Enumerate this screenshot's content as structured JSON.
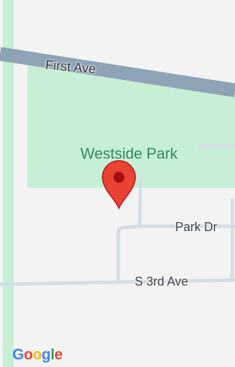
{
  "map": {
    "roads": {
      "first_ave": "First Ave",
      "park_dr": "Park Dr",
      "s_3rd_ave": "S 3rd Ave"
    },
    "park": {
      "name": "Westside Park"
    },
    "marker": {
      "icon": "location-pin-icon",
      "color": "#ea4335"
    },
    "branding": {
      "logo_letters": [
        "G",
        "o",
        "o",
        "g",
        "l",
        "e"
      ],
      "logo_colors": [
        "#4285F4",
        "#EA4335",
        "#FBBC05",
        "#4285F4",
        "#34A853",
        "#EA4335"
      ]
    },
    "colors": {
      "land": "#f3f3f3",
      "park": "#c6efd6",
      "road_major": "#8fa3b6",
      "road_minor": "#d4dce4"
    }
  }
}
